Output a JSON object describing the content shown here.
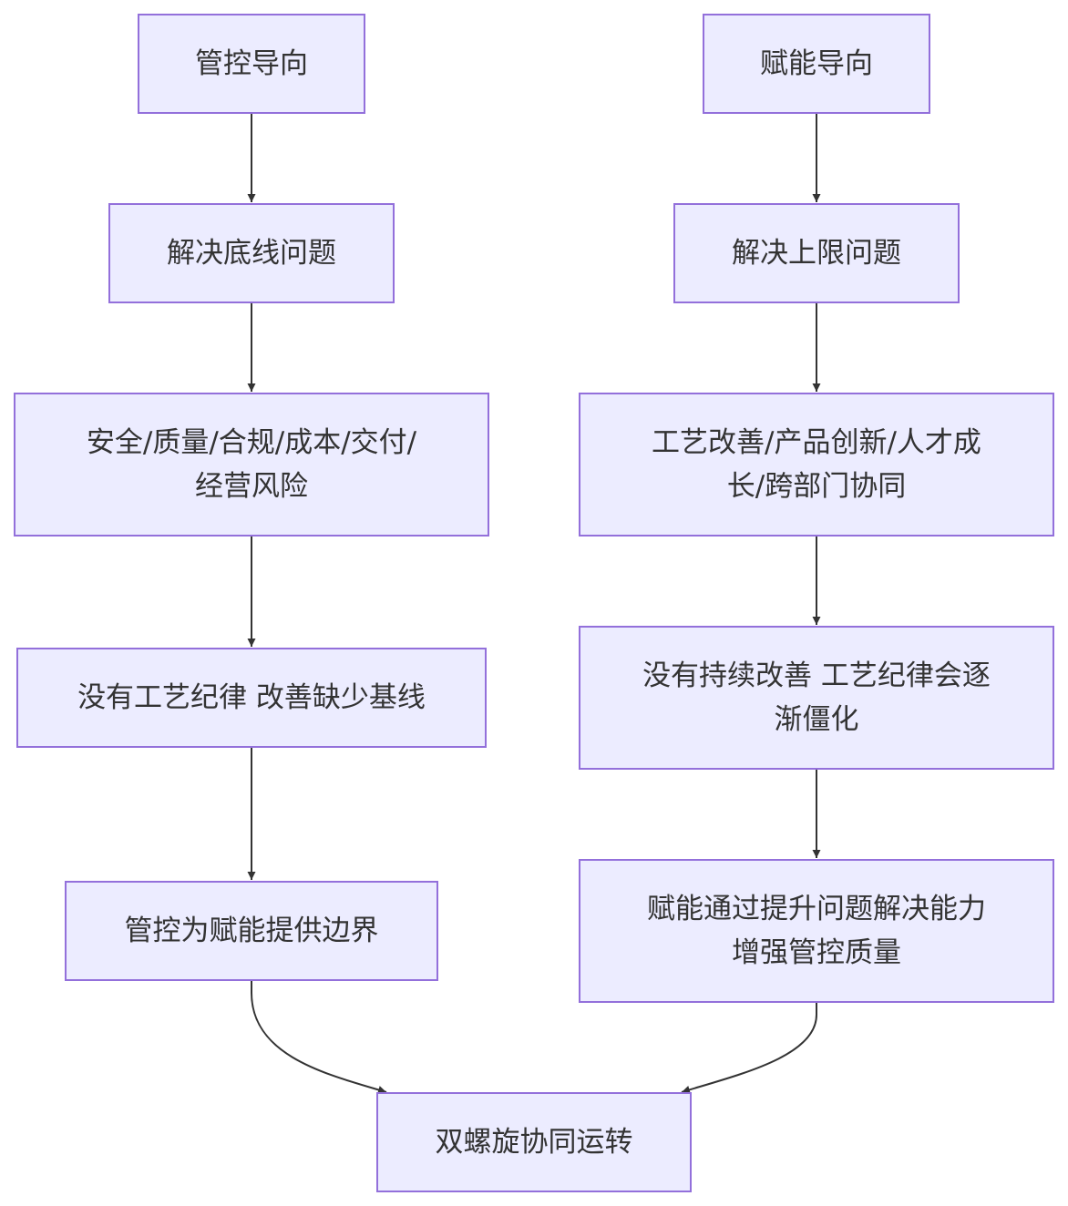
{
  "nodes": {
    "control_orientation": "管控导向",
    "bottom_line": "解决底线问题",
    "risks": "安全/质量/合规/成本/交付/经营风险",
    "no_discipline": "没有工艺纪律 改善缺少基线",
    "control_boundary": "管控为赋能提供边界",
    "empower_orientation": "赋能导向",
    "upper_limit": "解决上限问题",
    "improvements": "工艺改善/产品创新/人才成长/跨部门协同",
    "no_improvement": "没有持续改善 工艺纪律会逐渐僵化",
    "empower_quality": "赋能通过提升问题解决能力增强管控质量",
    "double_helix": "双螺旋协同运转"
  },
  "colors": {
    "node_fill": "#ECECFF",
    "node_border": "#9370DB",
    "edge": "#333333",
    "text": "#333333"
  }
}
